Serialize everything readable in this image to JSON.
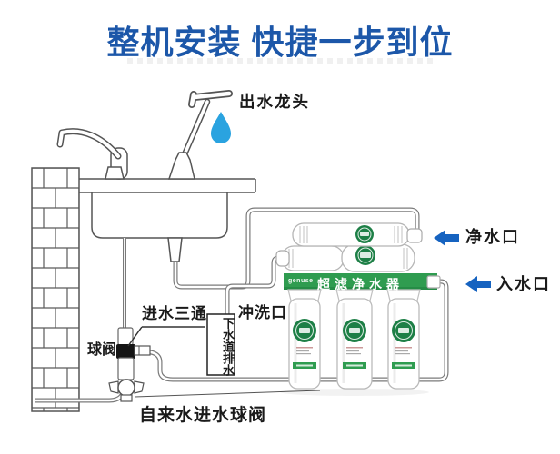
{
  "title": "整机安装 快捷一步到位",
  "labels": {
    "outlet_faucet": "出水龙头",
    "clean_water_port": "净水口",
    "water_inlet_port": "入水口",
    "inlet_tee": "进水三通",
    "flush_port": "冲洗口",
    "sewer_drain": "下水道排水",
    "ball_valve": "球阀",
    "tap_water_ball_valve": "自来水进水球阀"
  },
  "purifier": {
    "band_text": "超滤净水器",
    "brand_text": "genuse"
  },
  "colors": {
    "title_blue": "#1c57a9",
    "arrow_blue": "#1663c0",
    "droplet_blue": "#2aa3e0",
    "band_green": "#2f9c50",
    "line_gray": "#666666"
  }
}
